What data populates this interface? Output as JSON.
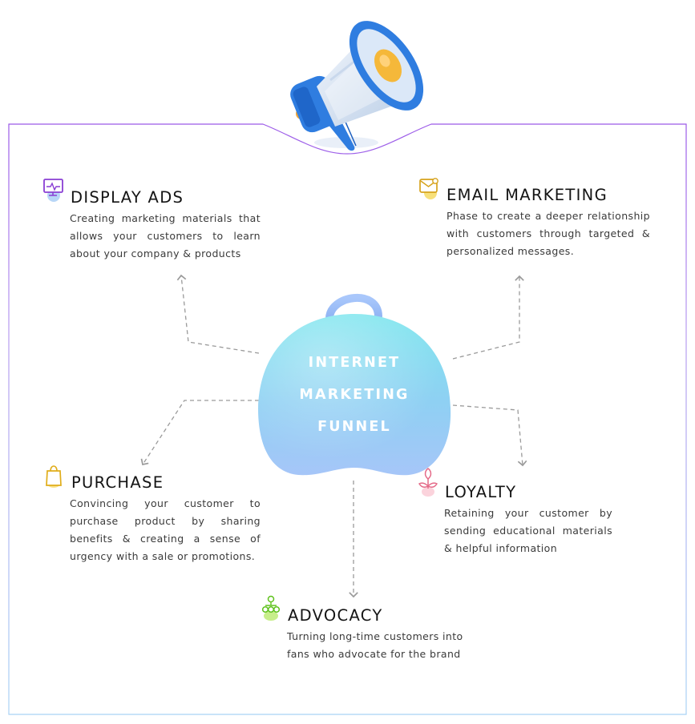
{
  "center": {
    "line1": "INTERNET",
    "line2": "MARKETING",
    "line3": "FUNNEL"
  },
  "nodes": {
    "display_ads": {
      "title": "DISPLAY ADS",
      "description": "Creating marketing materials that allows your customers to learn about your company & products"
    },
    "email_marketing": {
      "title": "EMAIL MARKETING",
      "description": "Phase to create a deeper relationship with customers through targeted  & personalized messages."
    },
    "purchase": {
      "title": "PURCHASE",
      "description": "Convincing your customer to purchase product by sharing benefits & creating a sense of urgency with a sale or promotions."
    },
    "loyalty": {
      "title": "LOYALTY",
      "description": "Retaining your customer by sending educational materials & helpful information"
    },
    "advocacy": {
      "title": "ADVOCACY",
      "description": "Turning long-time customers into fans who advocate for the brand"
    }
  },
  "colors": {
    "frame_border_top": "#9b59e8",
    "frame_border_bottom": "#a9d3f5",
    "center_top": "#7fe3ee",
    "center_bottom": "#9fc6f7",
    "connector": "#9a9a9a",
    "megaphone_blue": "#2f7de0",
    "megaphone_yellow": "#f5b83a"
  },
  "icons": {
    "hero": "megaphone-icon",
    "display_ads": "monitor-pulse-icon",
    "email_marketing": "envelope-icon",
    "purchase": "shopping-bag-icon",
    "loyalty": "plant-icon",
    "advocacy": "network-people-icon"
  }
}
